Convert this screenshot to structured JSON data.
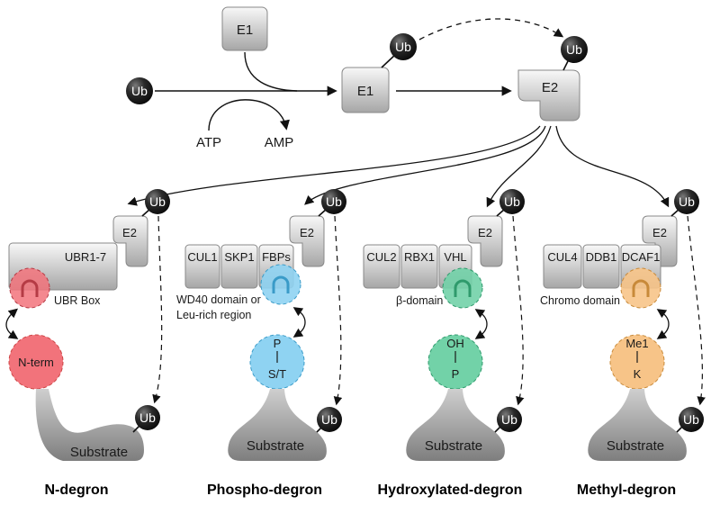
{
  "top": {
    "e1_free": "E1",
    "ub_free": "Ub",
    "atp": "ATP",
    "amp": "AMP",
    "e1_charged": "E1",
    "ub_on_e1": "Ub",
    "e2": "E2",
    "ub_on_e2": "Ub"
  },
  "panels": [
    {
      "title": "N-degron",
      "e2": "E2",
      "ub_e2": "Ub",
      "ub_sub": "Ub",
      "boxes": [
        "UBR1-7"
      ],
      "domain": "UBR Box",
      "degron": [
        "N-term"
      ],
      "substrate": "Substrate",
      "color": "#f2737b"
    },
    {
      "title": "Phospho-degron",
      "e2": "E2",
      "ub_e2": "Ub",
      "ub_sub": "Ub",
      "boxes": [
        "CUL1",
        "SKP1",
        "FBPs"
      ],
      "domain_lines": [
        "WD40 domain or",
        "Leu-rich region"
      ],
      "degron": [
        "P",
        "S/T"
      ],
      "substrate": "Substrate",
      "color": "#8fd3f2"
    },
    {
      "title": "Hydroxylated-degron",
      "e2": "E2",
      "ub_e2": "Ub",
      "ub_sub": "Ub",
      "boxes": [
        "CUL2",
        "RBX1",
        "VHL"
      ],
      "domain": "β-domain",
      "degron": [
        "OH",
        "P"
      ],
      "substrate": "Substrate",
      "color": "#72d2a8"
    },
    {
      "title": "Methyl-degron",
      "e2": "E2",
      "ub_e2": "Ub",
      "ub_sub": "Ub",
      "boxes": [
        "CUL4",
        "DDB1",
        "DCAF1"
      ],
      "domain": "Chromo domain",
      "degron": [
        "Me1",
        "K"
      ],
      "substrate": "Substrate",
      "color": "#f7c488"
    }
  ],
  "colors": {
    "ub_ball": "#222222",
    "box_light": "#f4f4f4",
    "box_dark": "#a8a8a8",
    "substrate": "#8e8e8e"
  }
}
